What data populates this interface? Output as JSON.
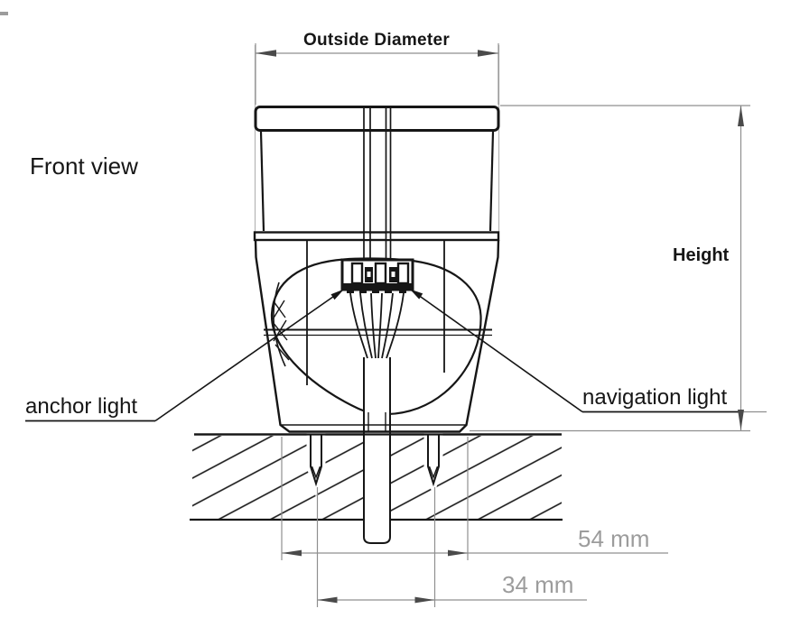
{
  "labels": {
    "view": "Front view",
    "anchor_light": "anchor light",
    "navigation_light": "navigation light"
  },
  "dimensions": {
    "outside_diameter": "Outside Diameter",
    "height": "Height",
    "base_width": "54 mm",
    "pin_spacing": "34 mm"
  },
  "colors": {
    "drawing_line": "#161616",
    "dimension_line": "#8f8f8f",
    "dimension_text": "#9c9c9c",
    "background": "#ffffff"
  }
}
